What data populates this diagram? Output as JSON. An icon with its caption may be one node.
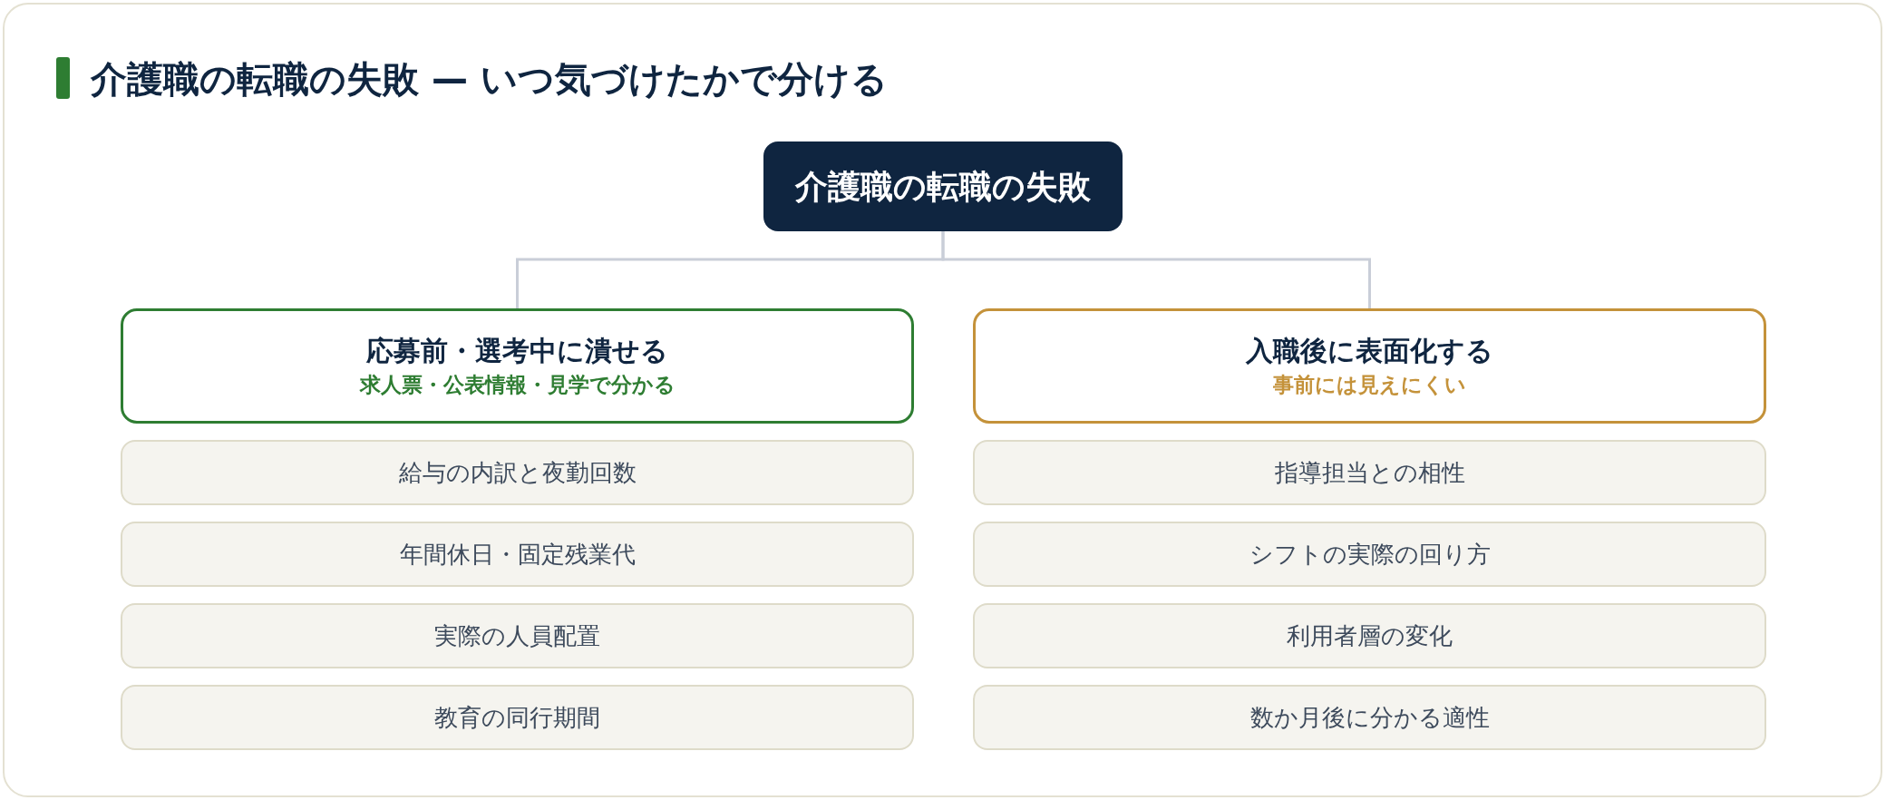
{
  "diagram": {
    "title": "介護職の転職の失敗 — いつ気づけたかで分ける",
    "nodes": [
      {
        "text": [
          "介護職の転職の失敗"
        ]
      },
      {
        "text": [
          "応募前・選考中に潰せる",
          "求人票・公表情報・見学で分かる"
        ]
      },
      {
        "text": [
          "給与の内訳と夜勤回数"
        ]
      },
      {
        "text": [
          "年間休日・固定残業代"
        ]
      },
      {
        "text": [
          "実際の人員配置"
        ]
      },
      {
        "text": [
          "教育の同行期間"
        ]
      },
      {
        "text": [
          "入職後に表面化する",
          "事前には見えにくい"
        ]
      },
      {
        "text": [
          "指導担当との相性"
        ]
      },
      {
        "text": [
          "シフトの実際の回り方"
        ]
      },
      {
        "text": [
          "利用者層の変化"
        ]
      },
      {
        "text": [
          "数か月後に分かる適性"
        ]
      }
    ],
    "edges": [
      {
        "from": 0,
        "to": 1,
        "arrow": "none"
      },
      {
        "from": 0,
        "to": 6,
        "arrow": "none"
      }
    ]
  }
}
